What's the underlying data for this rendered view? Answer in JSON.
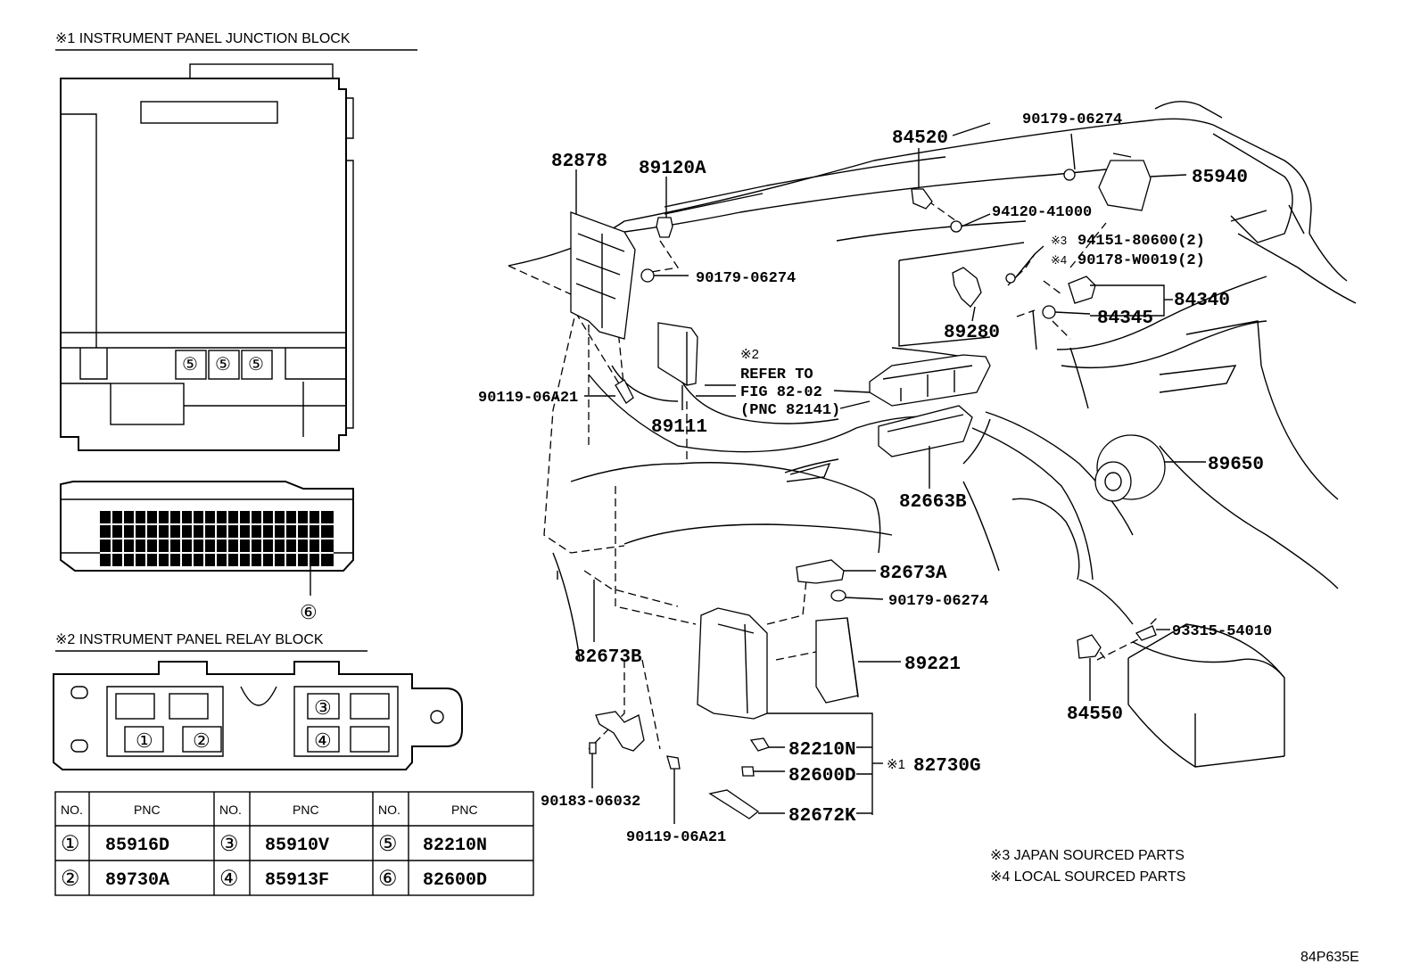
{
  "sections": {
    "junction_block_title": "※1 INSTRUMENT PANEL JUNCTION BLOCK",
    "relay_block_title": "※2 INSTRUMENT PANEL RELAY BLOCK"
  },
  "callouts": {
    "c1": "①",
    "c2": "②",
    "c3": "③",
    "c4": "④",
    "c5": "⑤",
    "c6": "⑥"
  },
  "table": {
    "headers": [
      "NO.",
      "PNC",
      "NO.",
      "PNC",
      "NO.",
      "PNC"
    ],
    "rows": [
      [
        "①",
        "85916D",
        "③",
        "85910V",
        "⑤",
        "82210N"
      ],
      [
        "②",
        "89730A",
        "④",
        "85913F",
        "⑥",
        "82600D"
      ]
    ]
  },
  "parts": {
    "p82878": "82878",
    "p89120A": "89120A",
    "p90179_a": "90179-06274",
    "p90119_a": "90119-06A21",
    "p89111": "89111",
    "ref_mark": "※2",
    "ref_line1": "REFER TO",
    "ref_line2": "FIG 82-02",
    "ref_line3": "(PNC 82141)",
    "p84520": "84520",
    "p90179_b": "90179-06274",
    "p85940": "85940",
    "p94120": "94120-41000",
    "p94151": "94151-80600(2)",
    "p94151_mark": "※3",
    "p90178": "90178-W0019(2)",
    "p90178_mark": "※4",
    "p89280": "89280",
    "p84340": "84340",
    "p84345": "84345",
    "p82663B": "82663B",
    "p89650": "89650",
    "p82673A": "82673A",
    "p90179_c": "90179-06274",
    "p93315": "93315-54010",
    "p82673B": "82673B",
    "p89221": "89221",
    "p84550": "84550",
    "p82210N": "82210N",
    "p82600D": "82600D",
    "p82672K": "82672K",
    "p82730G": "82730G",
    "p82730G_mark": "※1",
    "p90183": "90183-06032",
    "p90119_b": "90119-06A21"
  },
  "notes": {
    "n3": "※3 JAPAN SOURCED PARTS",
    "n4": "※4 LOCAL SOURCED PARTS",
    "code": "84P635E"
  }
}
